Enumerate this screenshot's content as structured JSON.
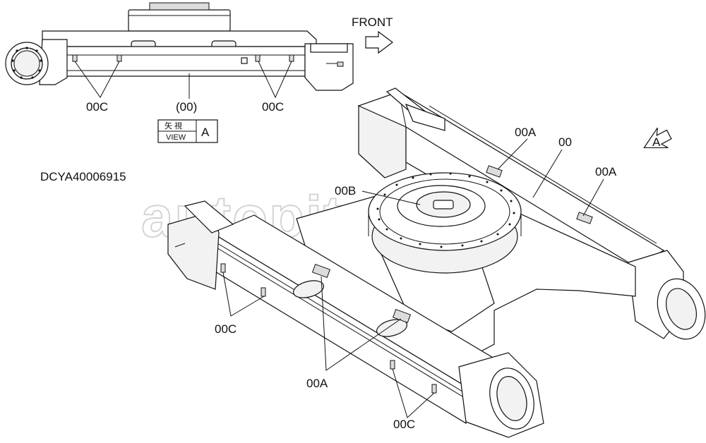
{
  "labels": {
    "front": "FRONT",
    "drawing_code": "DCYA40006915",
    "view_kanji": "矢 視",
    "view_en": "VIEW",
    "view_letter": "A",
    "arrow_a": "A",
    "top_part": "(00)",
    "top_00c_left": "00C",
    "top_00c_right": "00C",
    "main_00": "00",
    "main_00a_upper": "00A",
    "main_00a_right": "00A",
    "main_00b": "00B",
    "main_00c_left": "00C",
    "main_00a_bottom": "00A",
    "main_00c_bottom": "00C"
  },
  "watermark": "autopiter.ru",
  "colors": {
    "line": "#111111",
    "watermark": "#d4d4d4",
    "background": "#ffffff"
  }
}
